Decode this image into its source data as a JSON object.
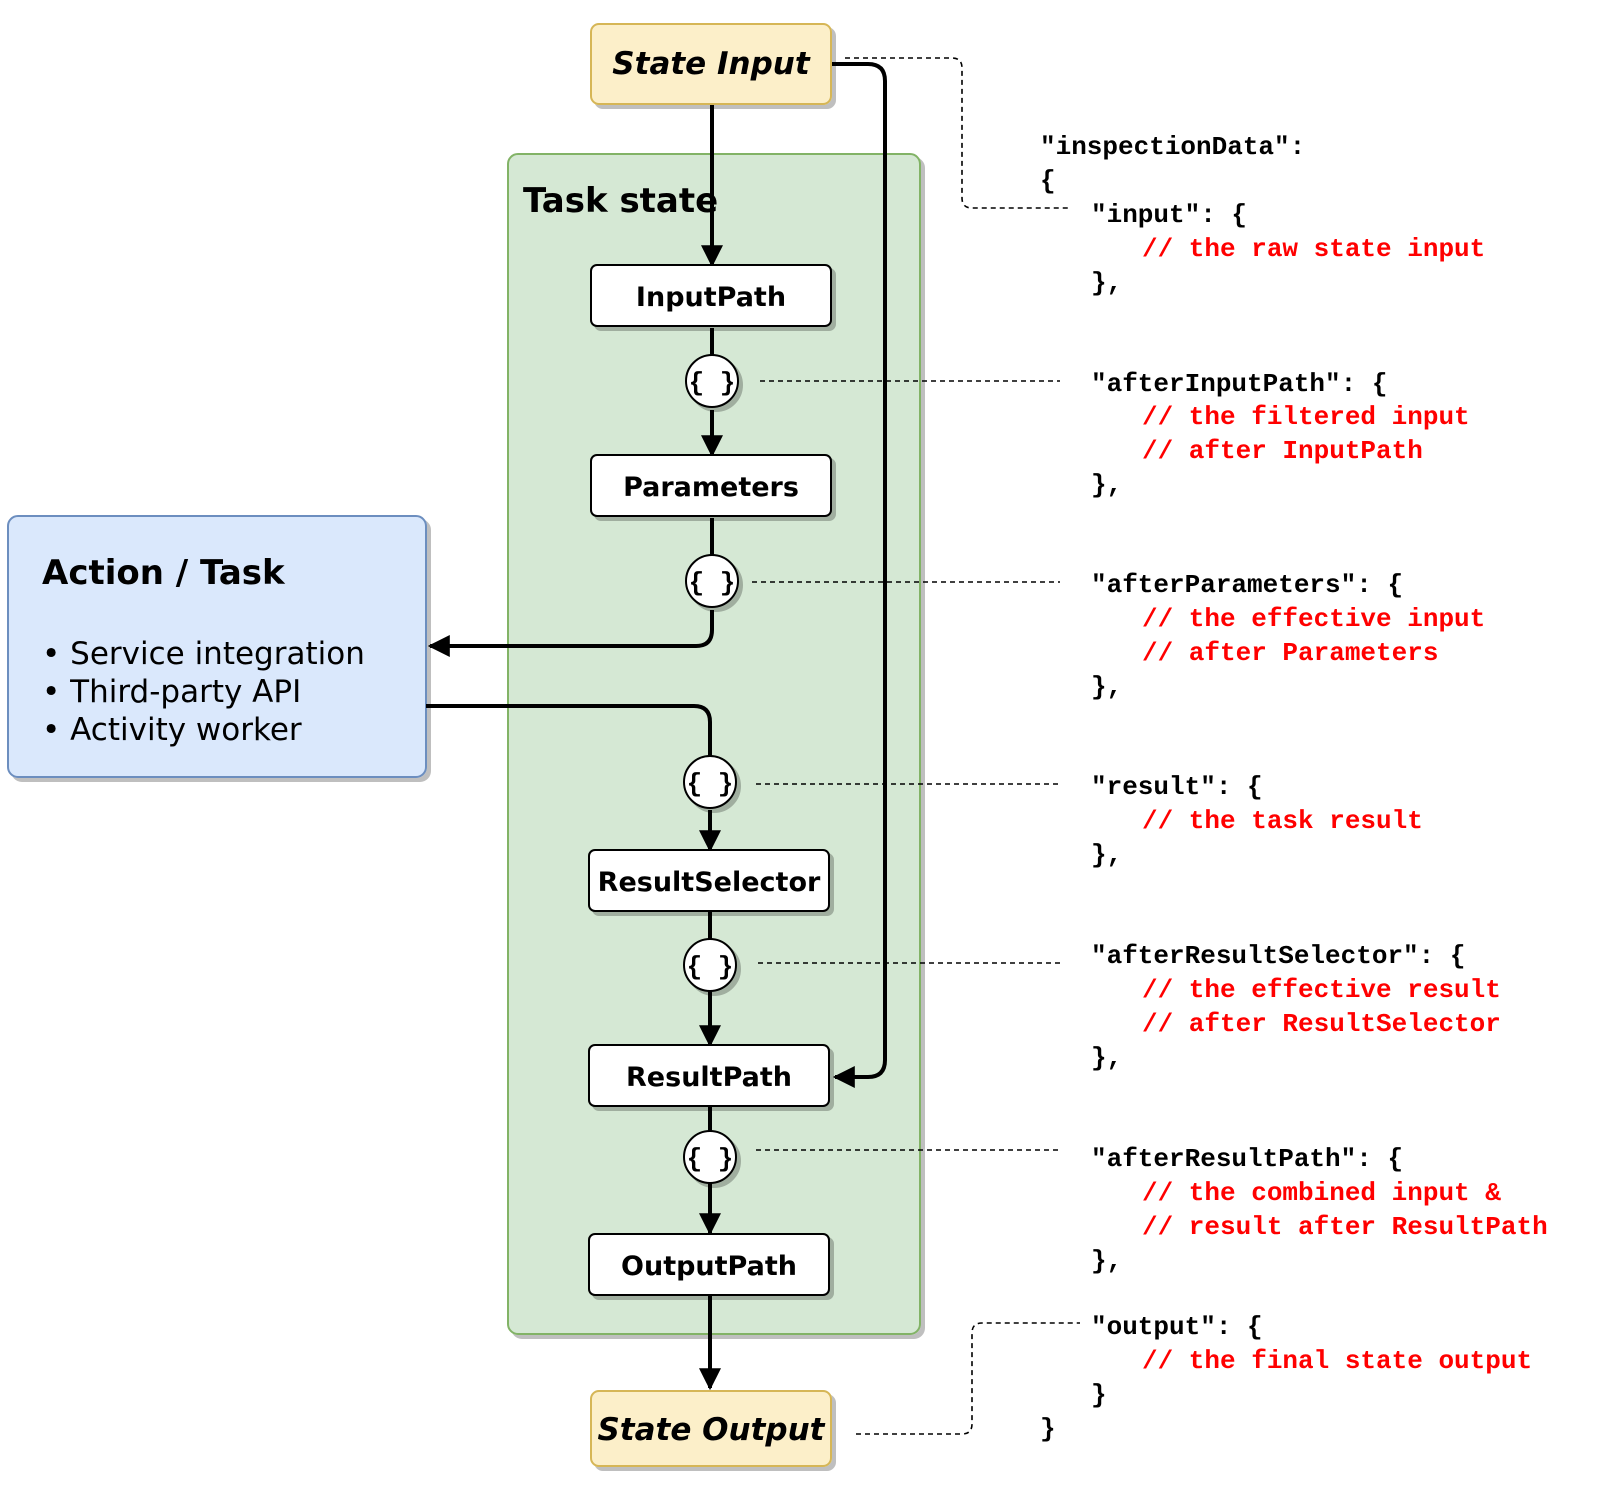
{
  "state_input": {
    "label": "State Input"
  },
  "state_output": {
    "label": "State Output"
  },
  "task_state": {
    "title": "Task state",
    "steps": [
      {
        "label": "InputPath"
      },
      {
        "label": "Parameters"
      },
      {
        "label": "ResultSelector"
      },
      {
        "label": "ResultPath"
      },
      {
        "label": "OutputPath"
      }
    ],
    "brace_glyph": "{ }"
  },
  "action_task": {
    "title": "Action / Task",
    "items": [
      "• Service integration",
      "• Third-party API",
      "• Activity worker"
    ]
  },
  "inspection": {
    "header_key": "\"inspectionData\":",
    "open_brace": "{",
    "close_brace": "}",
    "entries": [
      {
        "key": "\"input\": {",
        "comments": [
          "// the raw state input"
        ],
        "close": "},"
      },
      {
        "key": "\"afterInputPath\": {",
        "comments": [
          "// the filtered input",
          "// after InputPath"
        ],
        "close": "},"
      },
      {
        "key": "\"afterParameters\": {",
        "comments": [
          "// the effective input",
          "// after Parameters"
        ],
        "close": "},"
      },
      {
        "key": "\"result\": {",
        "comments": [
          "// the task result"
        ],
        "close": "},"
      },
      {
        "key": "\"afterResultSelector\": {",
        "comments": [
          "// the effective result",
          "// after ResultSelector"
        ],
        "close": "},"
      },
      {
        "key": "\"afterResultPath\": {",
        "comments": [
          "// the combined input &",
          "// result after ResultPath"
        ],
        "close": "},"
      },
      {
        "key": "\"output\": {",
        "comments": [
          "// the final state output"
        ],
        "close": "}"
      }
    ]
  },
  "colors": {
    "state_fill": "#fcefc9",
    "state_stroke": "#d6b656",
    "task_fill": "#d5e8d4",
    "task_stroke": "#82b366",
    "action_fill": "#dae8fc",
    "action_stroke": "#6c8ebf",
    "comment": "#ff0000",
    "code": "#000000",
    "line": "#000000"
  }
}
